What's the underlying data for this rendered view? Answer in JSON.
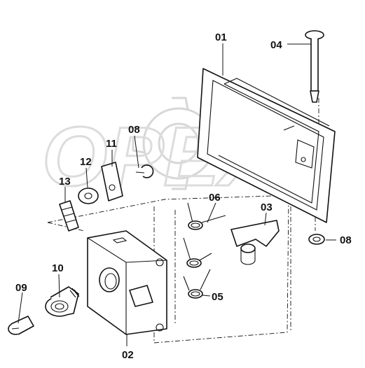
{
  "watermark": {
    "text": "OPEX"
  },
  "callouts": [
    {
      "id": "01",
      "label": "01"
    },
    {
      "id": "02",
      "label": "02"
    },
    {
      "id": "03",
      "label": "03"
    },
    {
      "id": "04",
      "label": "04"
    },
    {
      "id": "05",
      "label": "05"
    },
    {
      "id": "06",
      "label": "06"
    },
    {
      "id": "08a",
      "label": "08"
    },
    {
      "id": "08b",
      "label": "08"
    },
    {
      "id": "09",
      "label": "09"
    },
    {
      "id": "10",
      "label": "10"
    },
    {
      "id": "11",
      "label": "11"
    },
    {
      "id": "12",
      "label": "12"
    },
    {
      "id": "13",
      "label": "13"
    }
  ]
}
